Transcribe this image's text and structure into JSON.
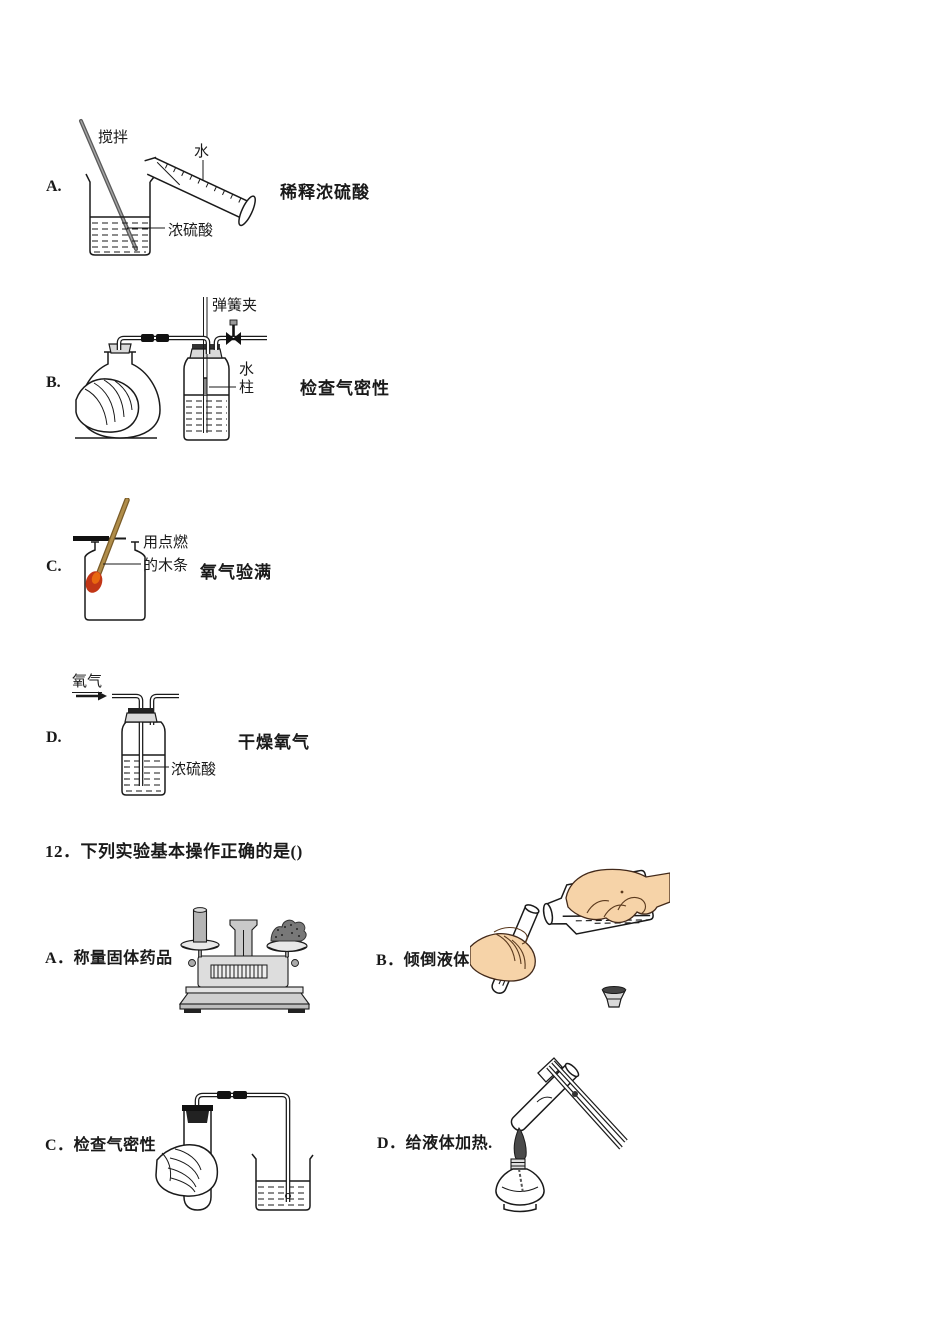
{
  "document": {
    "q11_options": [
      {
        "letter": "A.",
        "caption": "稀释浓硫酸",
        "labels": {
          "stirring": "搅拌",
          "water": "水",
          "acid": "浓硫酸"
        }
      },
      {
        "letter": "B.",
        "caption": "检查气密性",
        "labels": {
          "spring_clamp": "弹簧夹",
          "water_char": "水",
          "column_char": "柱"
        }
      },
      {
        "letter": "C.",
        "caption": "氧气验满",
        "labels": {
          "splint_line1": "用点燃",
          "splint_line2": "的木条"
        }
      },
      {
        "letter": "D.",
        "caption": "干燥氧气",
        "labels": {
          "oxygen": "氧气",
          "acid": "浓硫酸"
        }
      }
    ],
    "q12": {
      "stem": "12．下列实验基本操作正确的是()",
      "options": [
        {
          "letter": "A．",
          "label": "称量固体药品"
        },
        {
          "letter": "B．",
          "label": "倾倒液体"
        },
        {
          "letter": "C．",
          "label": "检查气密性"
        },
        {
          "letter": "D．",
          "label": "给液体加热."
        }
      ]
    },
    "colors": {
      "ink": "#1a1a1a",
      "flame_outer": "#c23616",
      "flame_inner": "#e8680f",
      "splint": "#b08d4a",
      "hand": "#f6d3a8",
      "bottle_label_red": "#8a2015"
    }
  }
}
